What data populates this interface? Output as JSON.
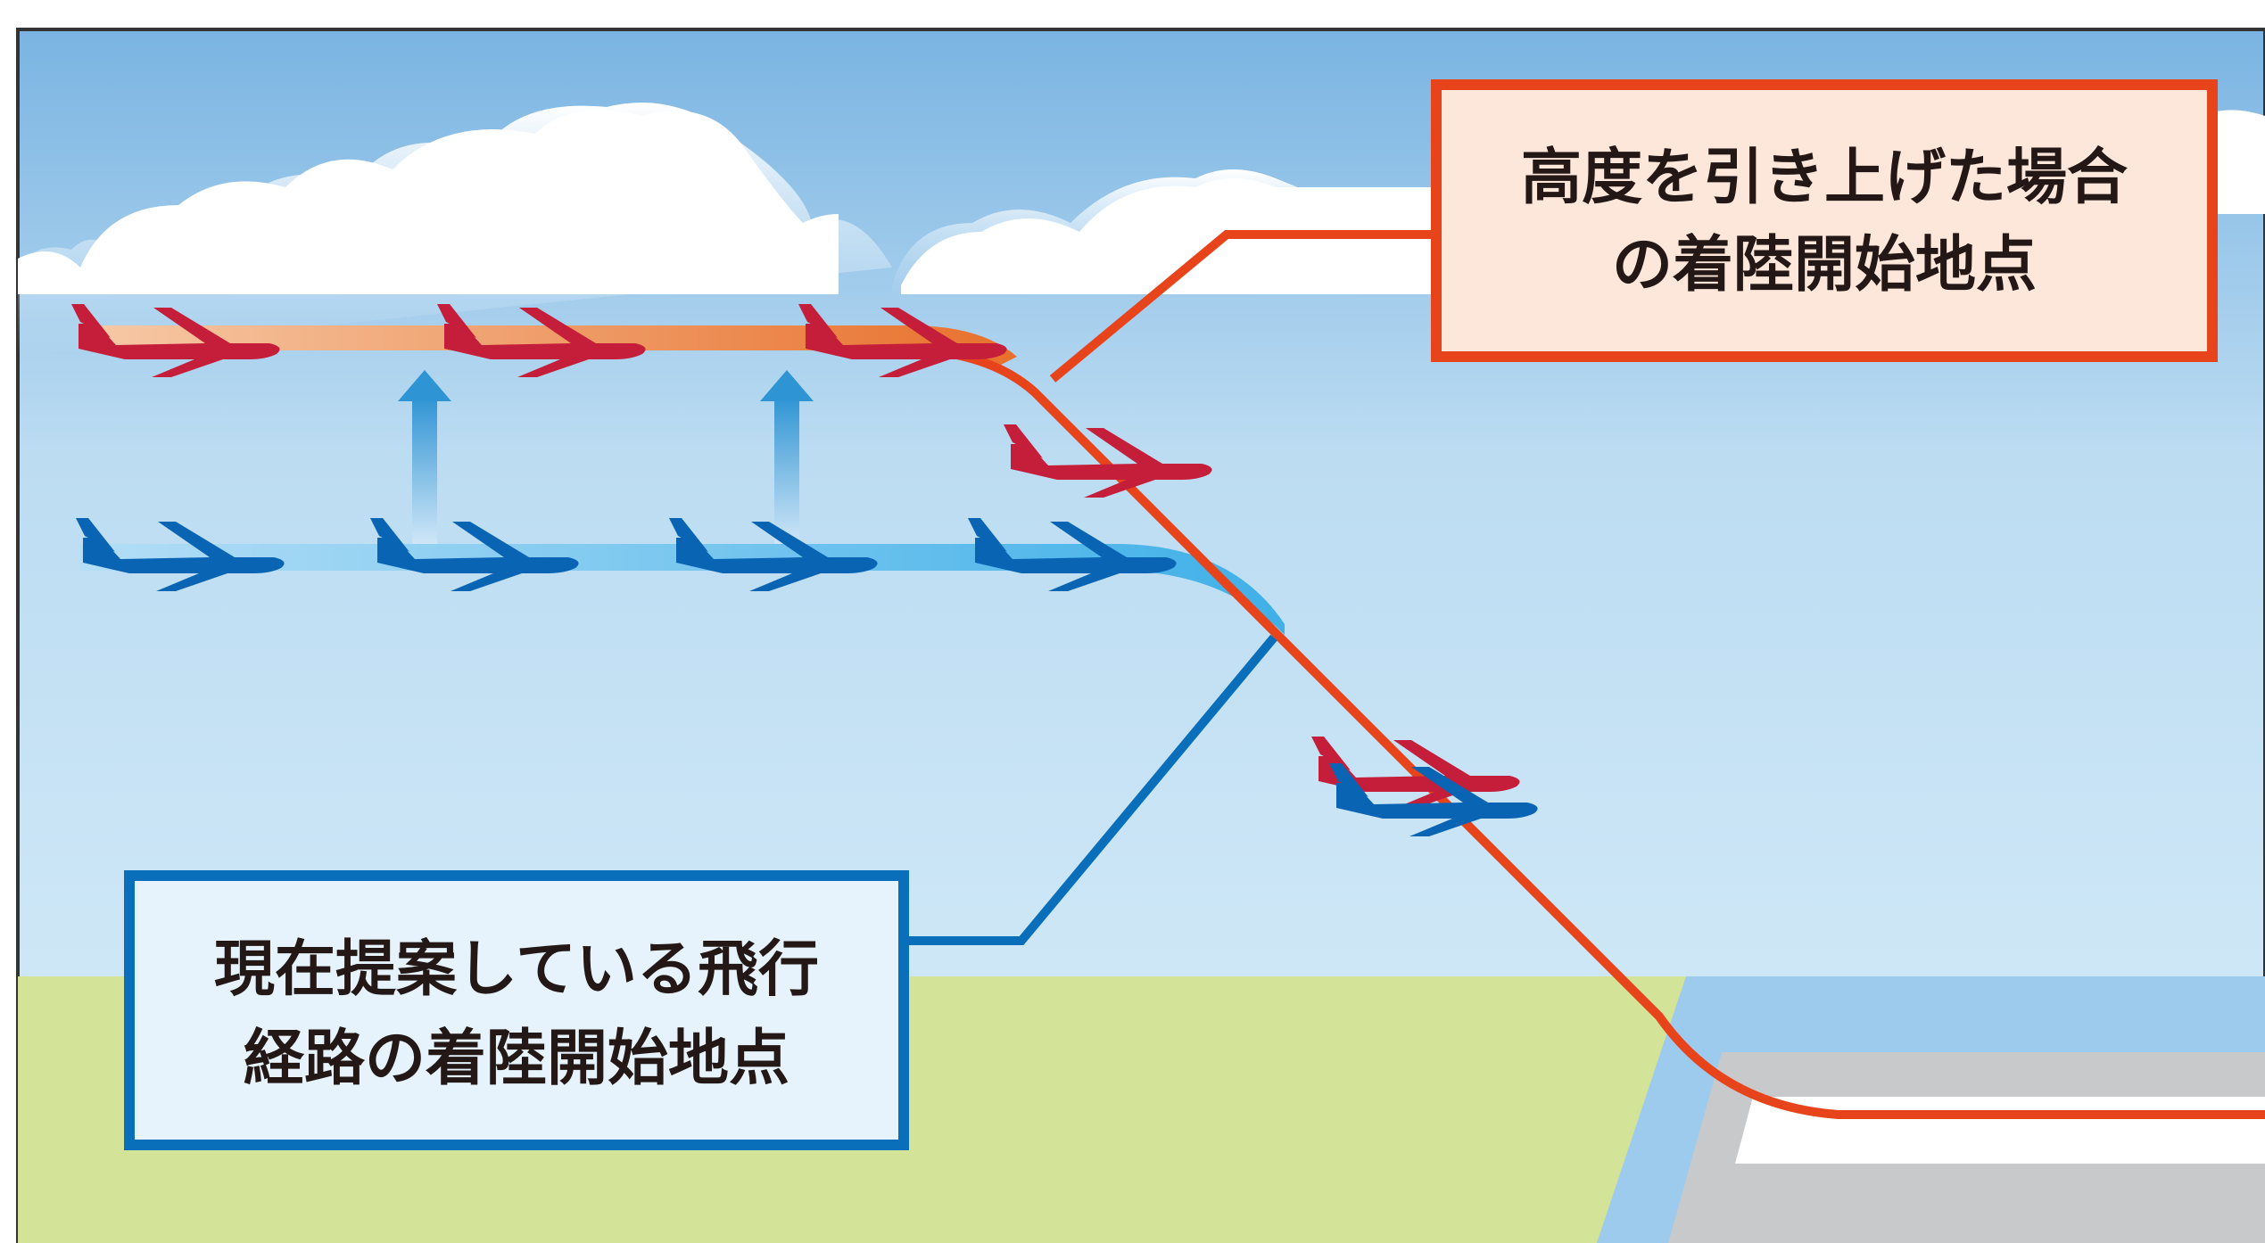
{
  "labels": {
    "raised": {
      "line1": "高度を引き上げた場合",
      "line2": "の着陸開始地点"
    },
    "current": {
      "line1": "現在提案している飛行",
      "line2": "経路の着陸開始地点"
    }
  },
  "colors": {
    "sky_top": "#7ab4e2",
    "sky_bottom": "#cfe9f8",
    "ground": "#d3e397",
    "water": "#9ccbee",
    "runway": "#c8c9ca",
    "runway_mark": "#ffffff",
    "raised_path": "#e8441c",
    "current_path": "#0a6fba",
    "raised_plane": "#c41e3a",
    "current_plane": "#0a64b4",
    "raised_box_fill": "#fde6da",
    "current_box_fill": "#e6f3fc",
    "arrow": "#2f94d4"
  },
  "icons": [
    "airplane-icon",
    "up-arrow-icon"
  ]
}
